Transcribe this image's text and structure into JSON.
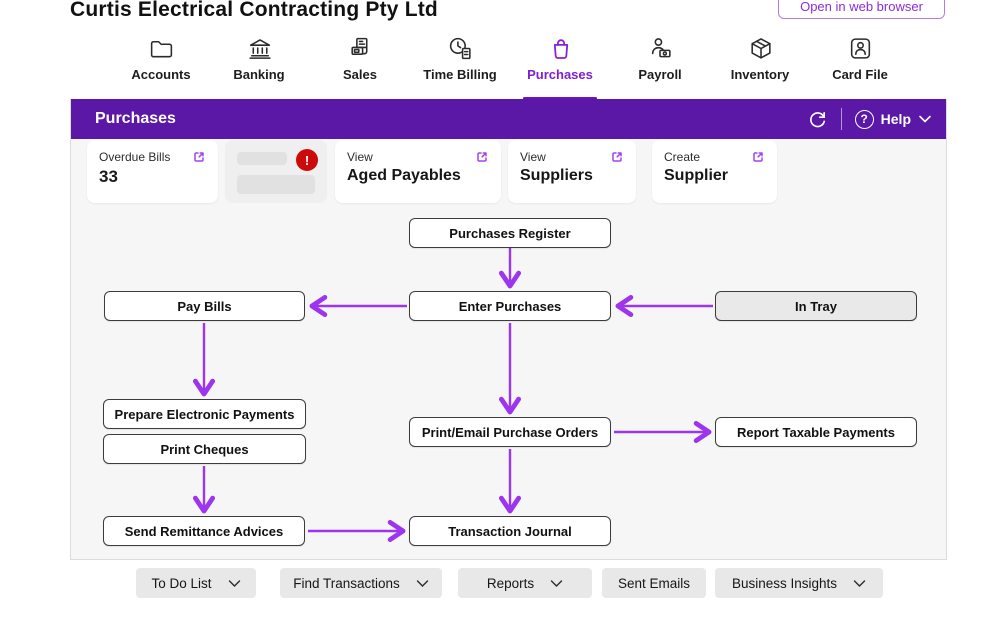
{
  "window": {
    "title": "Curtis Electrical Contracting Pty Ltd",
    "open_in_web_browser_label": "Open in web browser"
  },
  "nav": {
    "items": [
      {
        "label": "Accounts",
        "icon": "folder-icon",
        "selected": false
      },
      {
        "label": "Banking",
        "icon": "bank-icon",
        "selected": false
      },
      {
        "label": "Sales",
        "icon": "cash-register-icon",
        "selected": false
      },
      {
        "label": "Time Billing",
        "icon": "clock-document-icon",
        "selected": false
      },
      {
        "label": "Purchases",
        "icon": "shopping-bag-icon",
        "selected": true
      },
      {
        "label": "Payroll",
        "icon": "person-money-icon",
        "selected": false
      },
      {
        "label": "Inventory",
        "icon": "package-icon",
        "selected": false
      },
      {
        "label": "Card File",
        "icon": "contact-card-icon",
        "selected": false
      }
    ]
  },
  "header": {
    "title": "Purchases",
    "help_label": "Help",
    "help_icon_char": "?"
  },
  "cards": {
    "overdue_bills": {
      "label": "Overdue Bills",
      "value": "33"
    },
    "skeleton": {
      "alert": "!"
    },
    "aged_payables": {
      "action": "View",
      "name": "Aged Payables"
    },
    "suppliers": {
      "action": "View",
      "name": "Suppliers"
    },
    "create_supplier": {
      "action": "Create",
      "name": "Supplier"
    }
  },
  "flowchart": {
    "nodes": [
      {
        "label": "Purchases Register"
      },
      {
        "label": "Enter Purchases"
      },
      {
        "label": "Pay Bills"
      },
      {
        "label": "In Tray"
      },
      {
        "label": "Prepare Electronic Payments"
      },
      {
        "label": "Print Cheques"
      },
      {
        "label": "Print/Email Purchase Orders"
      },
      {
        "label": "Report Taxable Payments"
      },
      {
        "label": "Send Remittance Advices"
      },
      {
        "label": "Transaction Journal"
      }
    ]
  },
  "footer": {
    "buttons": [
      {
        "label": "To Do List",
        "dropdown": true
      },
      {
        "label": "Find Transactions",
        "dropdown": true
      },
      {
        "label": "Reports",
        "dropdown": true
      },
      {
        "label": "Sent Emails",
        "dropdown": false
      },
      {
        "label": "Business Insights",
        "dropdown": true
      }
    ]
  },
  "colors": {
    "header_purple": "#5b17a5",
    "accent_purple": "#7f1fd1",
    "arrow_purple": "#9d35ee",
    "link_icon_purple": "#a144f0",
    "alert_red": "#cb0b0b",
    "panel_bg": "#f6f6f6"
  }
}
